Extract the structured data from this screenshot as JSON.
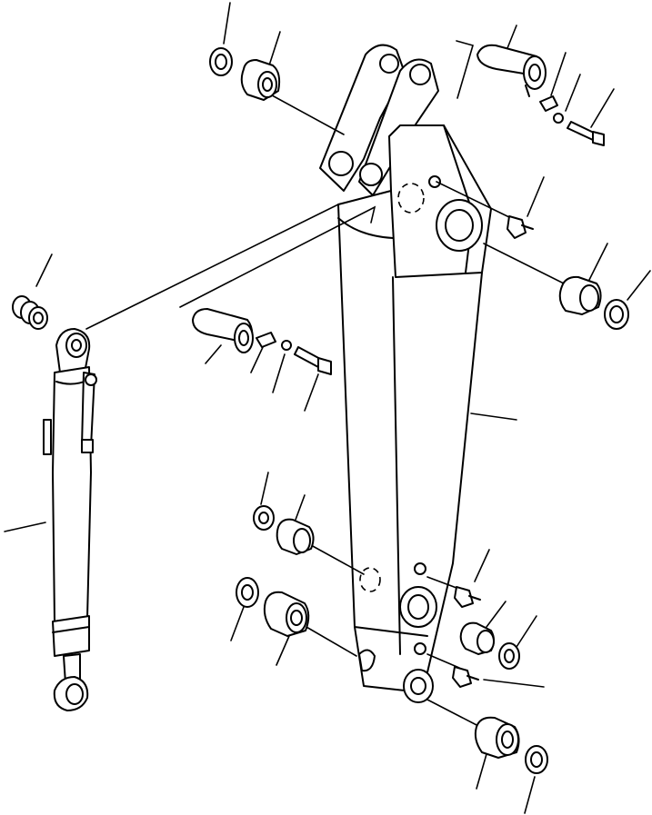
{
  "figure": {
    "kind": "exploded parts diagram",
    "background": "#ffffff",
    "line_color": "#000000",
    "components": [
      "arm",
      "arm-cylinder",
      "pin",
      "bushing",
      "dust-seal",
      "shim-set",
      "bolt",
      "washer",
      "lock-plate",
      "grease-fitting"
    ]
  }
}
